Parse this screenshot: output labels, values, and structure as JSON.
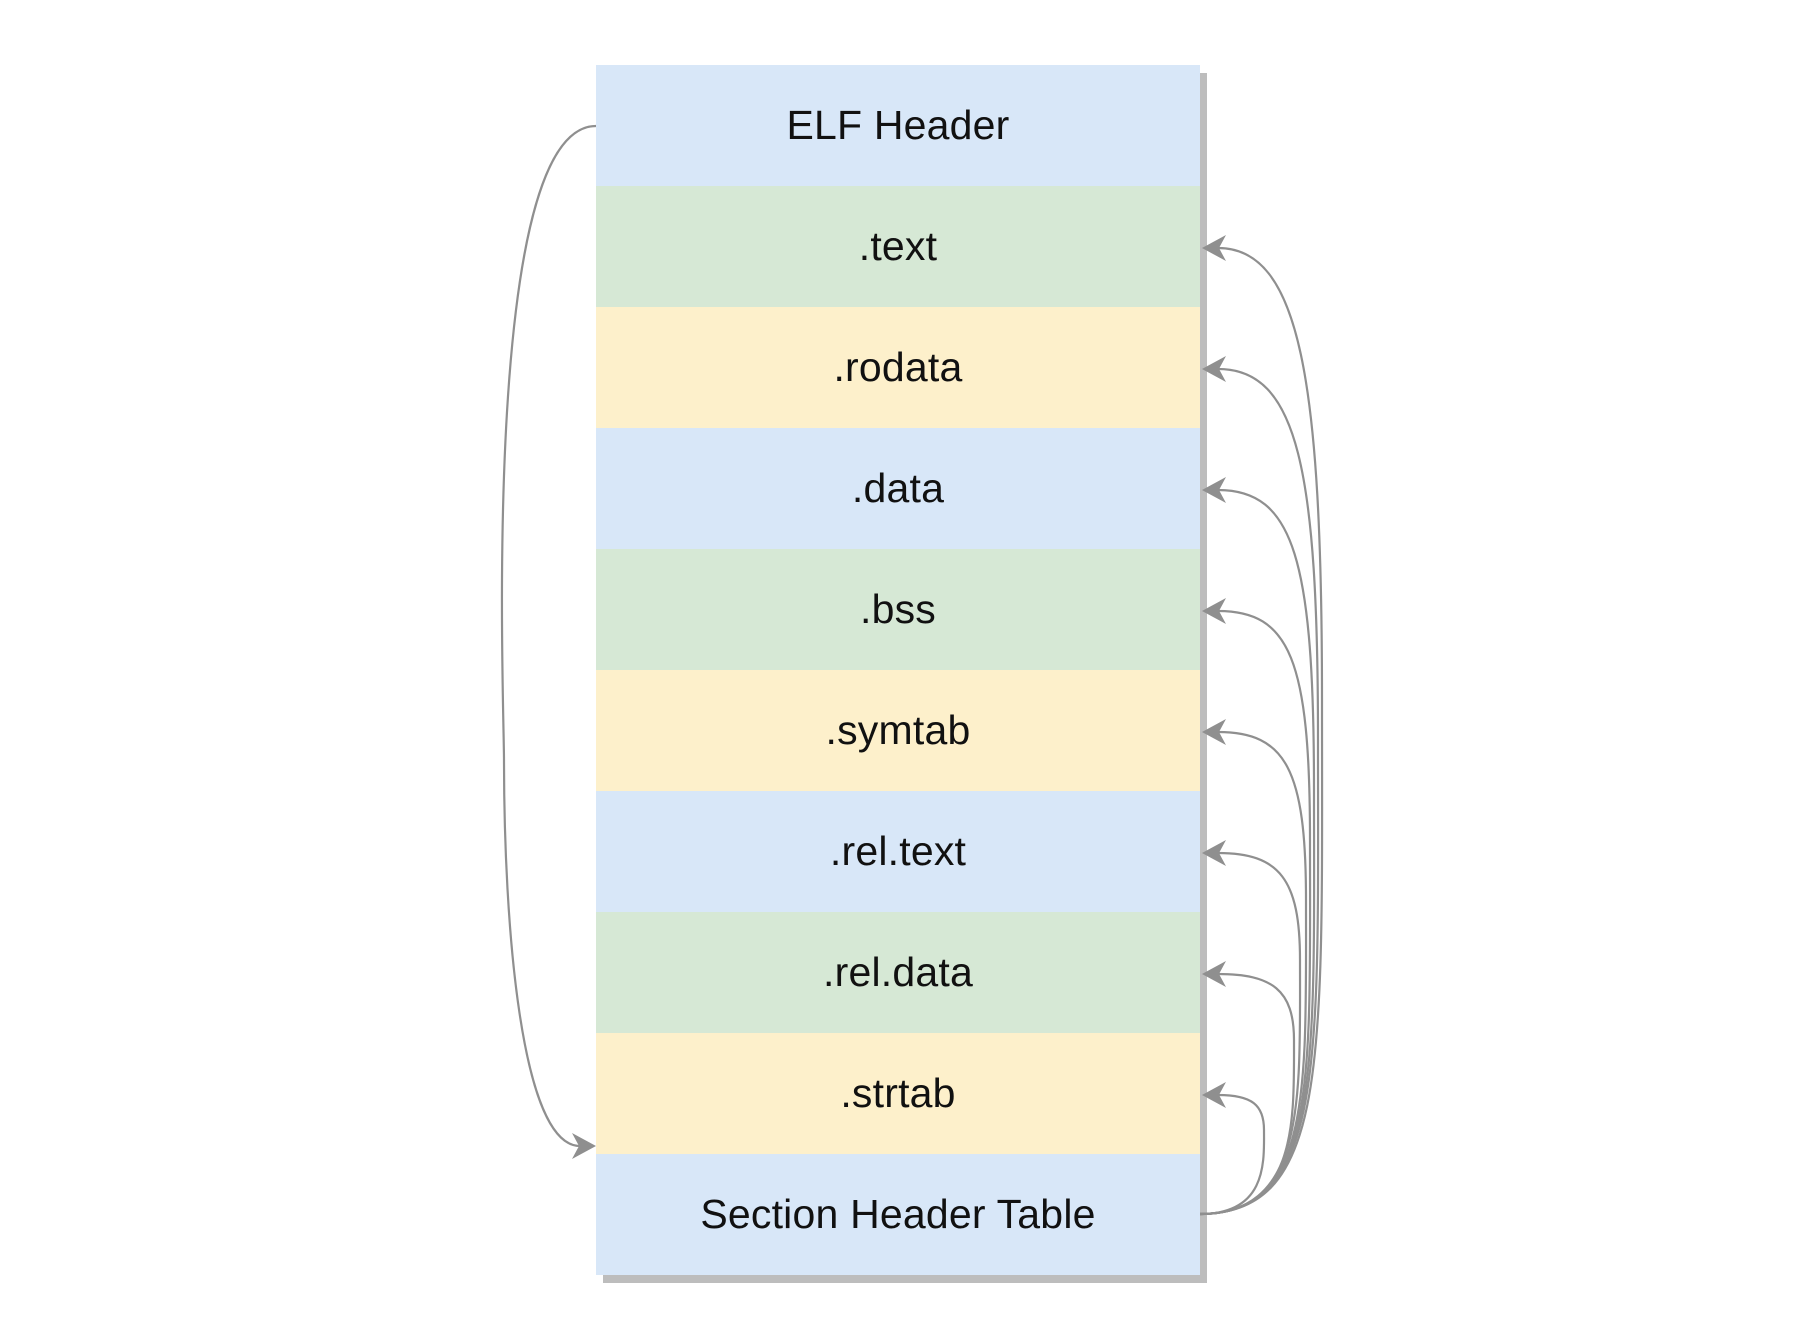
{
  "sections": [
    {
      "label": "ELF Header",
      "color": "#d8e7f8"
    },
    {
      "label": ".text",
      "color": "#d6e8d5"
    },
    {
      "label": ".rodata",
      "color": "#fdf0cb"
    },
    {
      "label": ".data",
      "color": "#d8e7f8"
    },
    {
      "label": ".bss",
      "color": "#d6e8d5"
    },
    {
      "label": ".symtab",
      "color": "#fdf0cb"
    },
    {
      "label": ".rel.text",
      "color": "#d8e7f8"
    },
    {
      "label": ".rel.data",
      "color": "#d6e8d5"
    },
    {
      "label": ".strtab",
      "color": "#fdf0cb"
    },
    {
      "label": "Section Header Table",
      "color": "#d8e7f8"
    }
  ],
  "arrow_color": "#8f8f8f",
  "shadow_color": "#bdbdbd"
}
